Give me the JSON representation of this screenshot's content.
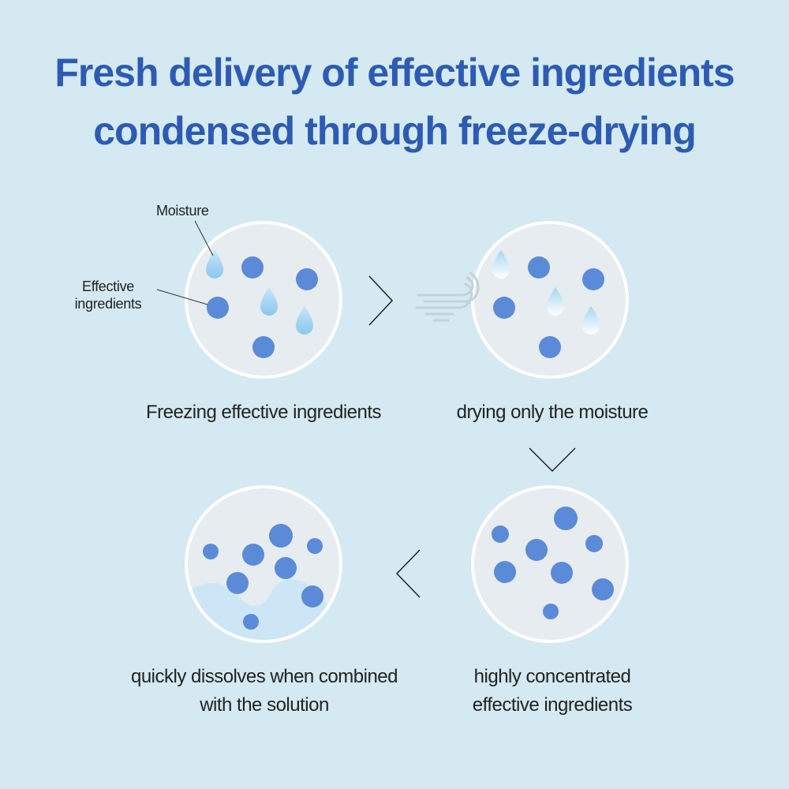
{
  "title": {
    "line1": "Fresh delivery of effective ingredients",
    "line2": "condensed through freeze-drying"
  },
  "labels": {
    "moisture": "Moisture",
    "effective_line1": "Effective",
    "effective_line2": "ingredients"
  },
  "steps": [
    {
      "caption_line1": "Freezing effective ingredients"
    },
    {
      "caption_line1": "drying only the moisture"
    },
    {
      "caption_line1": "highly concentrated",
      "caption_line2": "effective ingredients"
    },
    {
      "caption_line1": "quickly dissolves when combined",
      "caption_line2": "with the solution"
    }
  ],
  "colors": {
    "background": "#d4e9f1",
    "title": "#2d5bb3",
    "ingredient": "#5b8ad8",
    "moisture": "#a8d6f2",
    "circle_fill": "#e6ecef",
    "circle_border": "#ffffff",
    "solution": "#cde6f5"
  },
  "icons": [
    "wind-icon",
    "chevron-right-icon",
    "chevron-down-icon",
    "chevron-left-icon",
    "water-drop-icon"
  ]
}
